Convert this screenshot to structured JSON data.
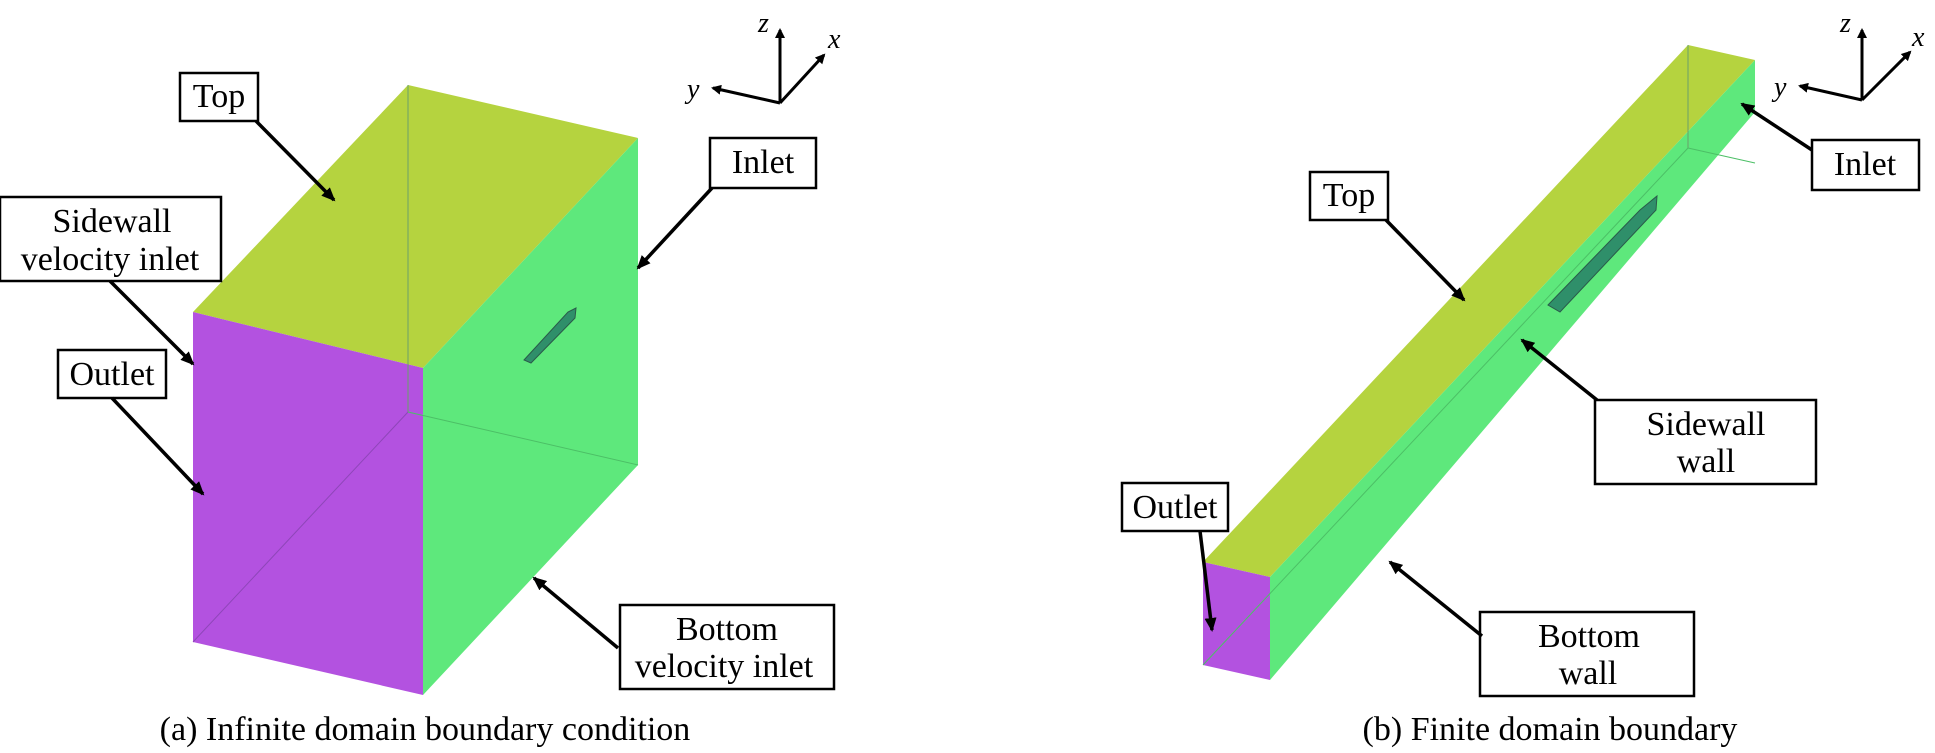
{
  "panel_a": {
    "caption": "(a) Infinite domain boundary condition",
    "labels": {
      "top": "Top",
      "inlet": "Inlet",
      "sidewall_line1": "Sidewall",
      "sidewall_line2": "velocity inlet",
      "outlet": "Outlet",
      "bottom_line1": "Bottom",
      "bottom_line2": "velocity inlet"
    },
    "axes": {
      "x": "x",
      "y": "y",
      "z": "z"
    }
  },
  "panel_b": {
    "caption": "(b) Finite domain boundary",
    "labels": {
      "top": "Top",
      "inlet": "Inlet",
      "sidewall_line1": "Sidewall",
      "sidewall_line2": "wall",
      "outlet": "Outlet",
      "bottom_line1": "Bottom",
      "bottom_line2": "wall"
    },
    "axes": {
      "x": "x",
      "y": "y",
      "z": "z"
    }
  },
  "colors": {
    "top_face": "#b5d33f",
    "side_face": "#5ee87c",
    "outlet_face": "#b352e0",
    "ship": "#2f8f6a"
  }
}
